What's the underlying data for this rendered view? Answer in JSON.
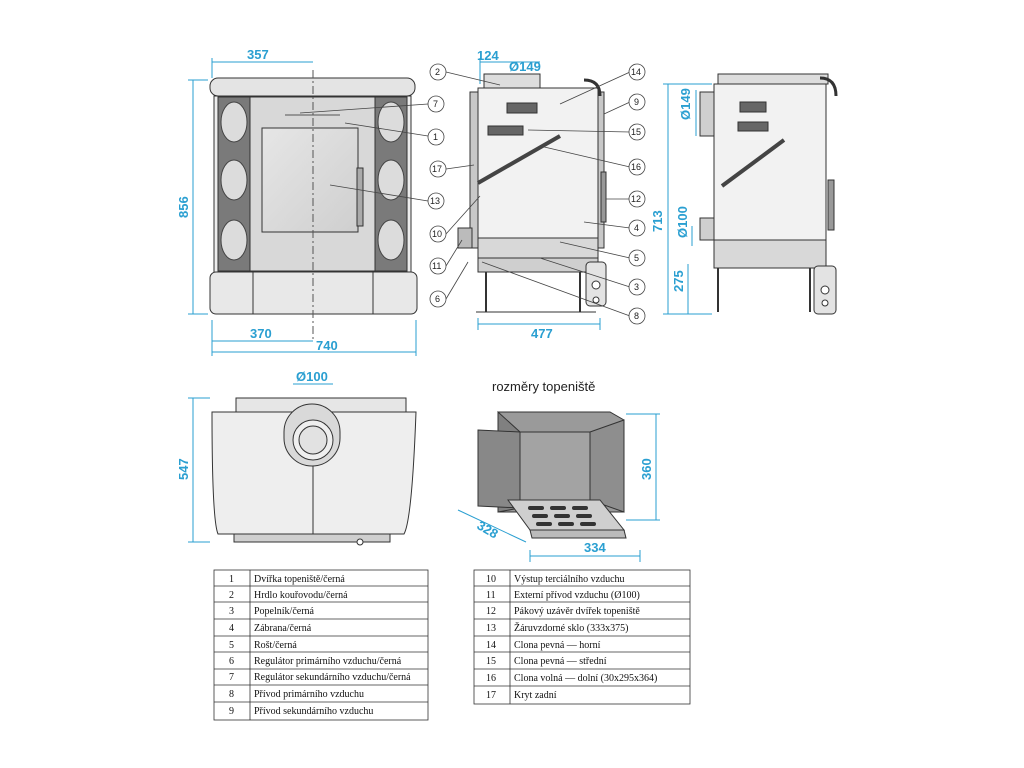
{
  "dimensions": {
    "front_top_width": "357",
    "front_height": "856",
    "front_bottom_half": "370",
    "front_total_width": "740",
    "side_flue_offset": "124",
    "side_flue_diameter": "Ø149",
    "side_depth": "477",
    "side_height_713": "713",
    "rear_flue_diameter": "Ø149",
    "rear_air_inlet": "Ø100",
    "rear_inlet_height": "275",
    "top_flue_diameter": "Ø100",
    "top_depth": "547",
    "firebox_height": "360",
    "firebox_depth": "328",
    "firebox_width": "334"
  },
  "firebox_caption": "rozměry topeniště",
  "callouts": [
    "1",
    "2",
    "3",
    "4",
    "5",
    "6",
    "7",
    "8",
    "9",
    "10",
    "11",
    "12",
    "13",
    "14",
    "15",
    "16",
    "17"
  ],
  "parts_left": [
    {
      "num": "1",
      "name": "Dvířka topeniště/černá"
    },
    {
      "num": "2",
      "name": "Hrdlo kouřovodu/černá"
    },
    {
      "num": "3",
      "name": "Popelník/černá"
    },
    {
      "num": "4",
      "name": "Zábrana/černá"
    },
    {
      "num": "5",
      "name": "Rošt/černá"
    },
    {
      "num": "6",
      "name": "Regulátor primárního vzduchu/černá"
    },
    {
      "num": "7",
      "name": "Regulátor sekundárního vzduchu/černá"
    },
    {
      "num": "8",
      "name": "Přívod primárního vzduchu"
    },
    {
      "num": "9",
      "name": "Přívod sekundárního vzduchu"
    }
  ],
  "parts_right": [
    {
      "num": "10",
      "name": "Výstup terciálního vzduchu"
    },
    {
      "num": "11",
      "name": "Externí přívod vzduchu (Ø100)"
    },
    {
      "num": "12",
      "name": "Pákový uzávěr dvířek topeniště"
    },
    {
      "num": "13",
      "name": "Žáruvzdorné sklo (333x375)"
    },
    {
      "num": "14",
      "name": "Clona pevná — horní"
    },
    {
      "num": "15",
      "name": "Clona pevná — střední"
    },
    {
      "num": "16",
      "name": "Clona volná — dolní (30x295x364)"
    },
    {
      "num": "17",
      "name": "Kryt zadní"
    }
  ],
  "colors": {
    "dimension": "#2a9fd1",
    "line": "#333333",
    "metal_light": "#d9d9d9",
    "metal_dark": "#a8a8a8",
    "firebrick": "#8a8a8a"
  }
}
